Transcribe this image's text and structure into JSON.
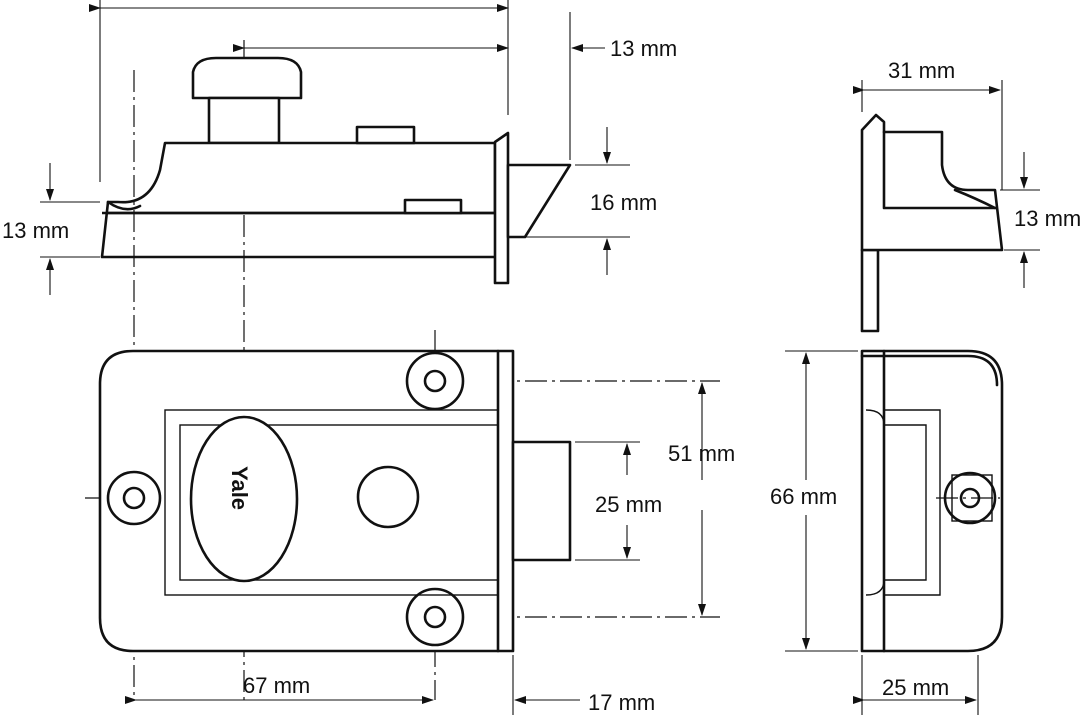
{
  "brand": "Yale",
  "dimensions": {
    "top_width": "13 mm",
    "side_height": "13 mm",
    "bolt_height": "16 mm",
    "right_width": "31 mm",
    "right_height": "13 mm",
    "hole_spacing": "51 mm",
    "bolt_width": "25 mm",
    "body_height": "66 mm",
    "body_width": "67 mm",
    "bolt_throw": "17 mm",
    "right_depth": "25 mm"
  }
}
